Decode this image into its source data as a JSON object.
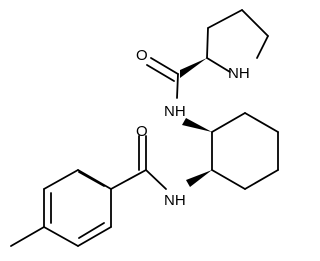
{
  "molecule": {
    "atom_labels": {
      "carbonyl_oxygen_prolinamide": "O",
      "pyrrolidine_nh": "NH",
      "amide_nh_upper": "NH",
      "carbonyl_oxygen_benzamide": "O",
      "amide_nh_lower": "NH"
    },
    "stereo_bonds": [
      "wedge",
      "wedge",
      "wedge"
    ],
    "colors": {
      "bond": "#000000",
      "label": "#000000",
      "background": "#ffffff"
    }
  }
}
